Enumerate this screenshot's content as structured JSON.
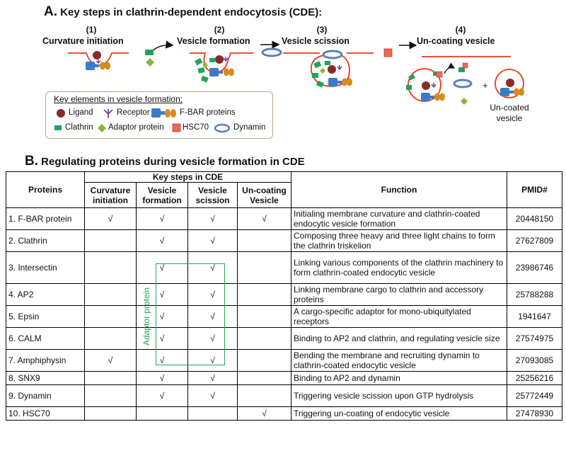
{
  "sectionA": {
    "letter": "A.",
    "title": "Key steps in clathrin-dependent endocytosis (CDE):",
    "steps": [
      {
        "num": "(1)",
        "name": "Curvature initiation"
      },
      {
        "num": "(2)",
        "name": "Vesicle formation"
      },
      {
        "num": "(3)",
        "name": "Vesicle scission"
      },
      {
        "num": "(4)",
        "name": "Un-coating vesicle"
      }
    ],
    "plus": "+",
    "uncoated_line1": "Un-coated",
    "uncoated_line2": "vesicle",
    "legend": {
      "title": "Key elements in vesicle formation:",
      "items": {
        "ligand": "Ligand",
        "receptor": "Receptor",
        "fbar": "F-BAR proteins",
        "clathrin": "Clathrin",
        "adaptor": "Adaptor protein",
        "hsc70": "HSC70",
        "dynamin": "Dynamin"
      }
    },
    "colors": {
      "membrane": "#e8381a",
      "ligand": "#8b2a2a",
      "receptor": "#7b3fa0",
      "fbar_blue": "#3a7bc8",
      "fbar_orange": "#d98a1c",
      "clathrin": "#1fa55a",
      "adaptor": "#8bb43a",
      "hsc70": "#f2645a",
      "dynamin": "#5a80b8"
    }
  },
  "sectionB": {
    "letter": "B.",
    "title": "Regulating proteins during vesicle formation in CDE",
    "headers": {
      "proteins": "Proteins",
      "key_steps": "Key steps in CDE",
      "step1_line1": "Curvature",
      "step1_line2": "initiation",
      "step2_line1": "Vesicle",
      "step2_line2": "formation",
      "step3_line1": "Vesicle",
      "step3_line2": "scission",
      "step4_line1": "Un-coating",
      "step4_line2": "Vesicle",
      "function": "Function",
      "pmid": "PMID#"
    },
    "check": "√",
    "adaptor_label": "Adaptor  protein",
    "rows": [
      {
        "protein": "1. F-BAR protein",
        "s1": "√",
        "s2": "√",
        "s3": "√",
        "s4": "√",
        "function": "Initialing membrane curvature and clathrin-coated endocytic vesicle formation",
        "pmid": "20448150"
      },
      {
        "protein": "2. Clathrin",
        "s1": "",
        "s2": "√",
        "s3": "√",
        "s4": "",
        "function": "Composing three heavy and three light chains to form the clathrin triskelion",
        "pmid": "27627809"
      },
      {
        "protein": "3. Intersectin",
        "s1": "",
        "s2": "√",
        "s3": "√",
        "s4": "",
        "function": "Linking various components of the clathrin machinery to form clathrin-coated  endocytic vesicle",
        "pmid": "23986746"
      },
      {
        "protein": "4. AP2",
        "s1": "",
        "s2": "√",
        "s3": "√",
        "s4": "",
        "function": "Linking membrane cargo to clathrin and accessory  proteins",
        "pmid": "25788288"
      },
      {
        "protein": "5. Epsin",
        "s1": "",
        "s2": "√",
        "s3": "√",
        "s4": "",
        "function": "A cargo-specific adaptor for mono-ubiquitylated  receptors",
        "pmid": "1941647"
      },
      {
        "protein": "6. CALM",
        "s1": "",
        "s2": "√",
        "s3": "√",
        "s4": "",
        "function": "Binding to  AP2 and clathrin, and regulating vesicle  size",
        "pmid": "27574975"
      },
      {
        "protein": "7. Amphiphysin",
        "s1": "√",
        "s2": "√",
        "s3": "√",
        "s4": "",
        "function": "Bending the membrane and recruiting dynamin to clathrin-coated  endocytic vesicle",
        "pmid": "27093085"
      },
      {
        "protein": "8. SNX9",
        "s1": "",
        "s2": "√",
        "s3": "√",
        "s4": "",
        "function": "Binding to AP2 and dynamin",
        "pmid": "25256216"
      },
      {
        "protein": "9. Dynamin",
        "s1": "",
        "s2": "√",
        "s3": "√",
        "s4": "",
        "function": "Triggering vesicle scission upon GTP hydrolysis",
        "pmid": "25772449"
      },
      {
        "protein": "10. HSC70",
        "s1": "",
        "s2": "",
        "s3": "",
        "s4": "√",
        "function": "Triggering un-coating of endocytic vesicle",
        "pmid": "27478930"
      }
    ]
  }
}
